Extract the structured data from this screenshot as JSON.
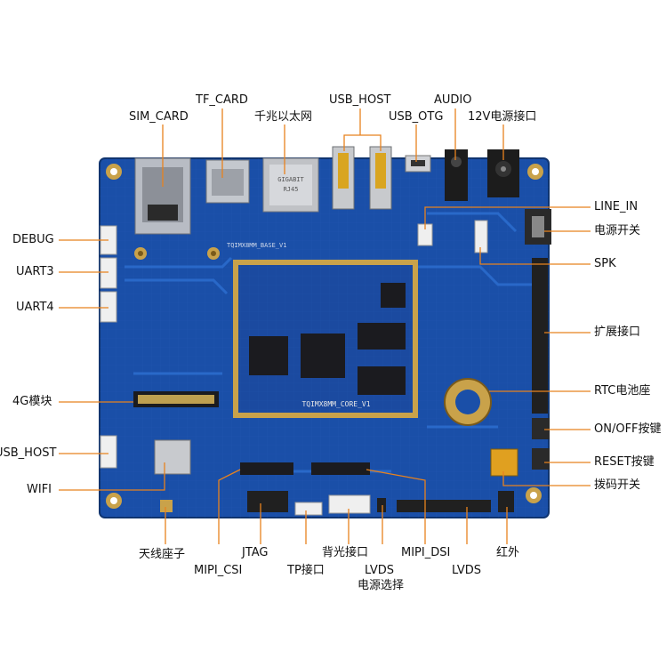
{
  "colors": {
    "pcb": "#1a4fa8",
    "pcb_dark": "#123c86",
    "pcb_edge": "#0f346f",
    "trace": "#2d6fd1",
    "gold": "#c9a24a",
    "silver": "#b8bcc4",
    "chip": "#1b1b1f",
    "leader": "#e8821e",
    "connector_white": "#efefef",
    "header_black": "#202020"
  },
  "labels": {
    "top": {
      "tf_card": "TF_CARD",
      "usb_host_top": "USB_HOST",
      "audio": "AUDIO",
      "sim_card": "SIM_CARD",
      "gigabit_ethernet": "千兆以太网",
      "usb_otg": "USB_OTG",
      "power_12v": "12V电源接口"
    },
    "left": {
      "debug": "DEBUG",
      "uart3": "UART3",
      "uart4": "UART4",
      "module_4g": "4G模块",
      "usb_host_left": "USB_HOST",
      "wifi": "WIFI"
    },
    "right": {
      "line_in": "LINE_IN",
      "power_switch": "电源开关",
      "spk": "SPK",
      "expansion": "扩展接口",
      "rtc_battery": "RTC电池座",
      "on_off": "ON/OFF按键",
      "reset": "RESET按键",
      "dip_switch": "拨码开关"
    },
    "bottom": {
      "antenna": "天线座子",
      "jtag": "JTAG",
      "mipi_csi": "MIPI_CSI",
      "tp": "TP接口",
      "backlight": "背光接口",
      "lvds_power_1": "LVDS",
      "lvds_power_2": "电源选择",
      "mipi_dsi": "MIPI_DSI",
      "lvds": "LVDS",
      "infrared": "红外"
    }
  },
  "board": {
    "silk_ethernet_1": "GIGABIT",
    "silk_ethernet_2": "RJ45",
    "silk_core": "TQIMX8MM_CORE_V1",
    "silk_top": "TQIMX8MM_BASE_V1"
  }
}
